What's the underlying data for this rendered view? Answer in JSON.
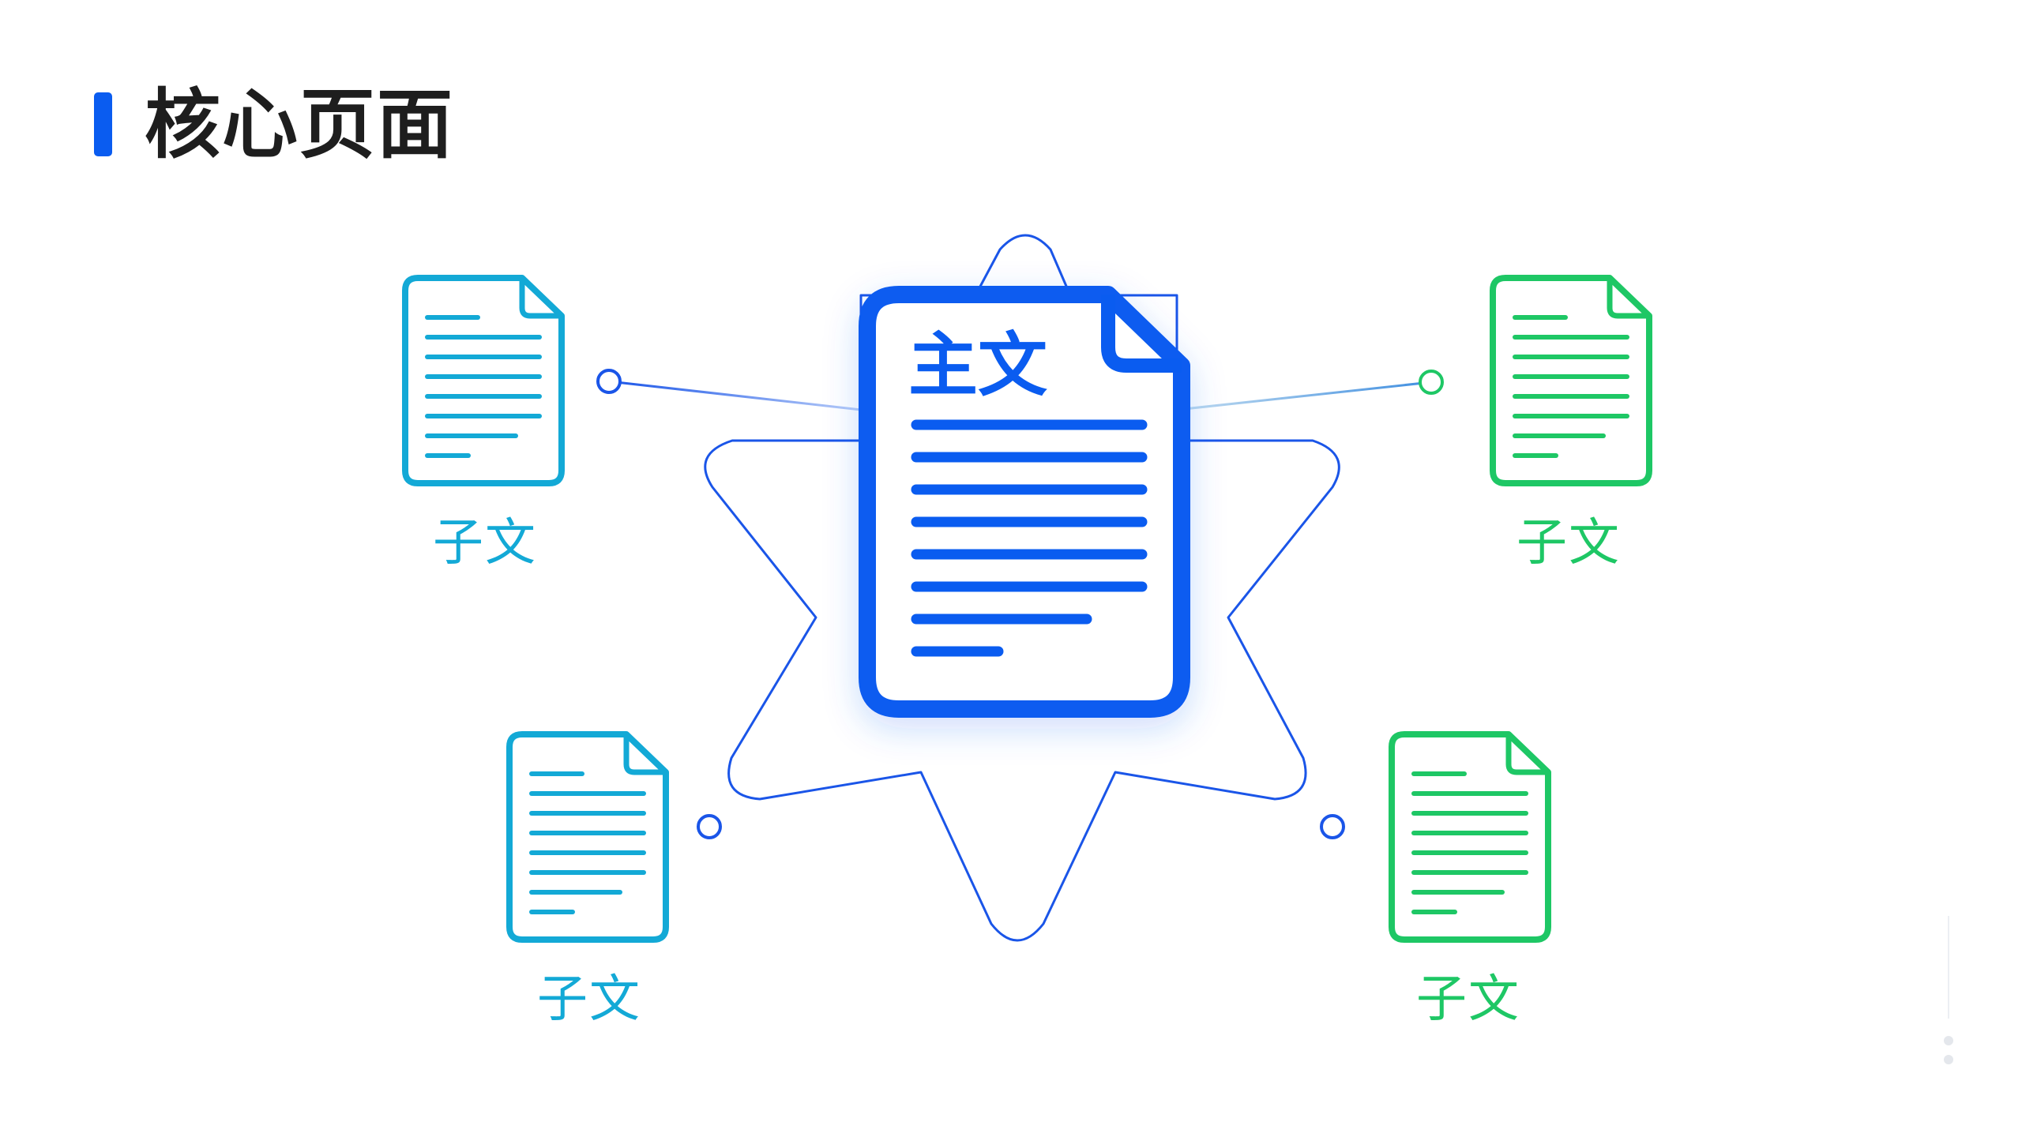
{
  "page": {
    "title": "核心页面"
  },
  "colors": {
    "accent_blue": "#0a5cf0",
    "star_blue": "#1a55e8",
    "cyan": "#13a9d6",
    "green": "#1ec765",
    "title_text": "#1e1e1e"
  },
  "diagram": {
    "main_doc": {
      "label": "主文",
      "icon": "document-icon"
    },
    "sub_docs": [
      {
        "label": "子文",
        "icon": "document-icon",
        "position": "top-left",
        "color": "cyan"
      },
      {
        "label": "子文",
        "icon": "document-icon",
        "position": "bottom-left",
        "color": "cyan"
      },
      {
        "label": "子文",
        "icon": "document-icon",
        "position": "top-right",
        "color": "green"
      },
      {
        "label": "子文",
        "icon": "document-icon",
        "position": "bottom-right",
        "color": "green"
      }
    ]
  }
}
